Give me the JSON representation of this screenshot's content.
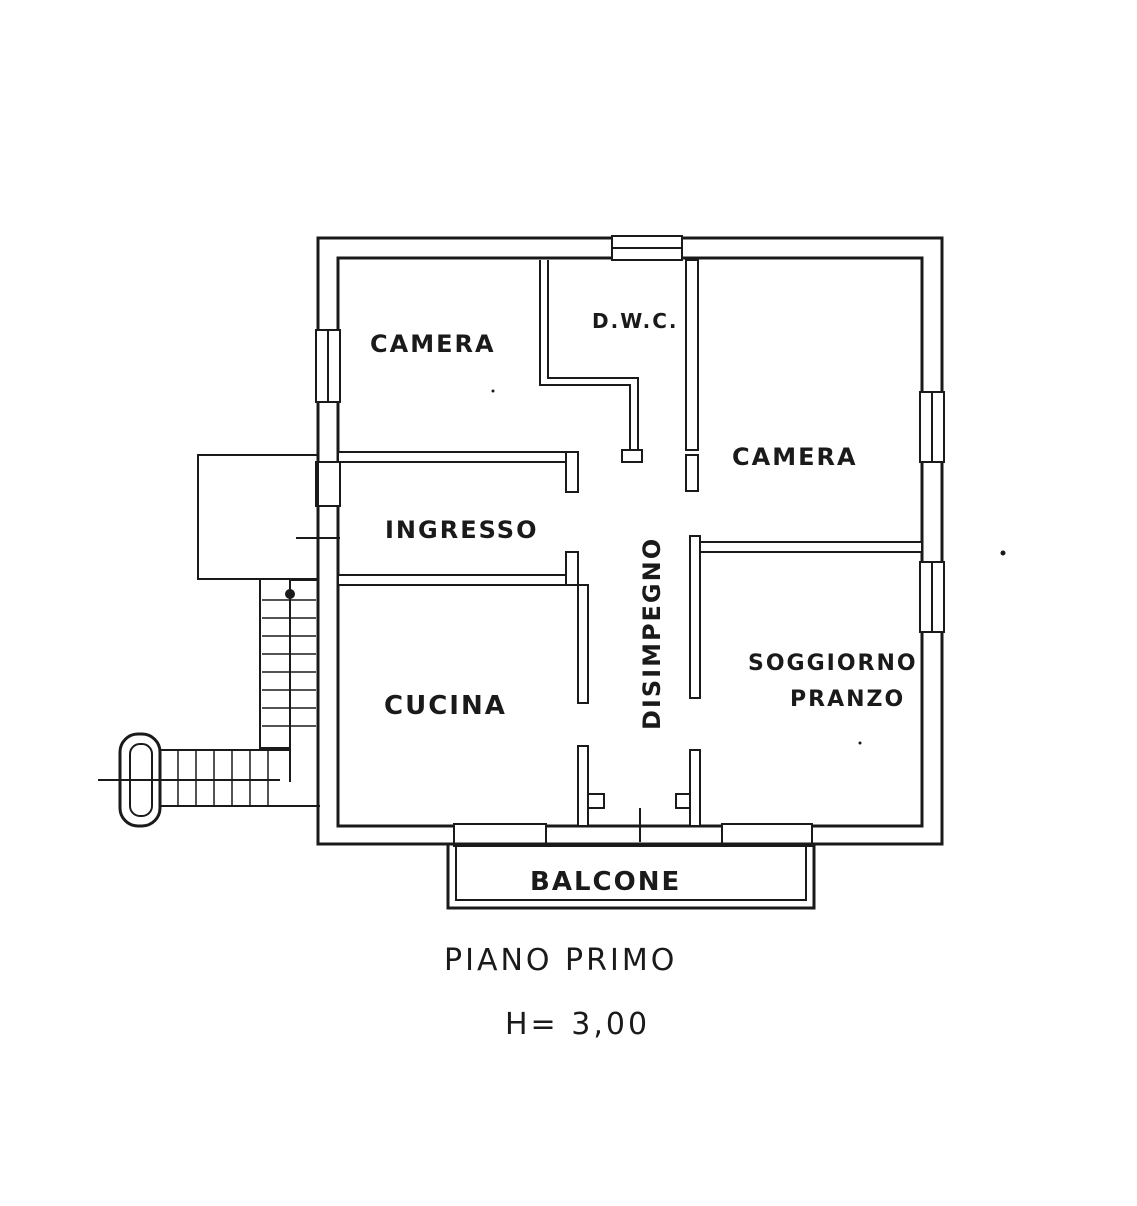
{
  "plan": {
    "rooms": {
      "camera_left": "CAMERA",
      "dwc": "D.W.C.",
      "camera_right": "CAMERA",
      "ingresso": "INGRESSO",
      "disimpegno": "DISIMPEGNO",
      "cucina": "CUCINA",
      "soggiorno_line1": "SOGGIORNO",
      "soggiorno_line2": "PRANZO",
      "balcone": "BALCONE"
    },
    "floor_title": "PIANO PRIMO",
    "height_note": "H= 3,00"
  }
}
